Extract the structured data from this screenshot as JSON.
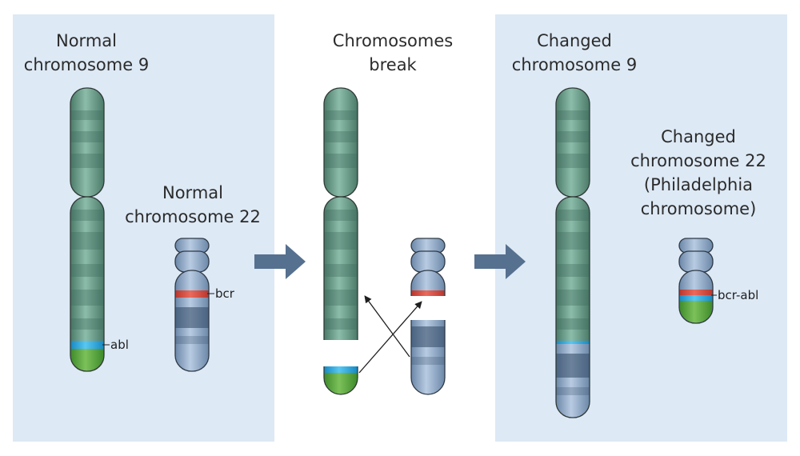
{
  "panels": {
    "left": {
      "title": "Normal\nchromosome 9",
      "sub_title": "Normal\nchromosome 22"
    },
    "middle": {
      "title": "Chromosomes\nbreak"
    },
    "right": {
      "title": "Changed\nchromosome 9",
      "sub_title": "Changed\nchromosome 22\n(Philadelphia\nchromosome)"
    }
  },
  "labels": {
    "abl": "abl",
    "bcr": "bcr",
    "bcr_abl": "bcr-abl"
  },
  "colors": {
    "panel_bg": "#dde9f5",
    "chromosome_9": "#6d9b8a",
    "chromosome_22": "#8da7c6",
    "bcr_band": "#d8473c",
    "abl_band": "#27a6e0",
    "abl_tip": "#5fa63f",
    "arrow": "#56708f"
  }
}
